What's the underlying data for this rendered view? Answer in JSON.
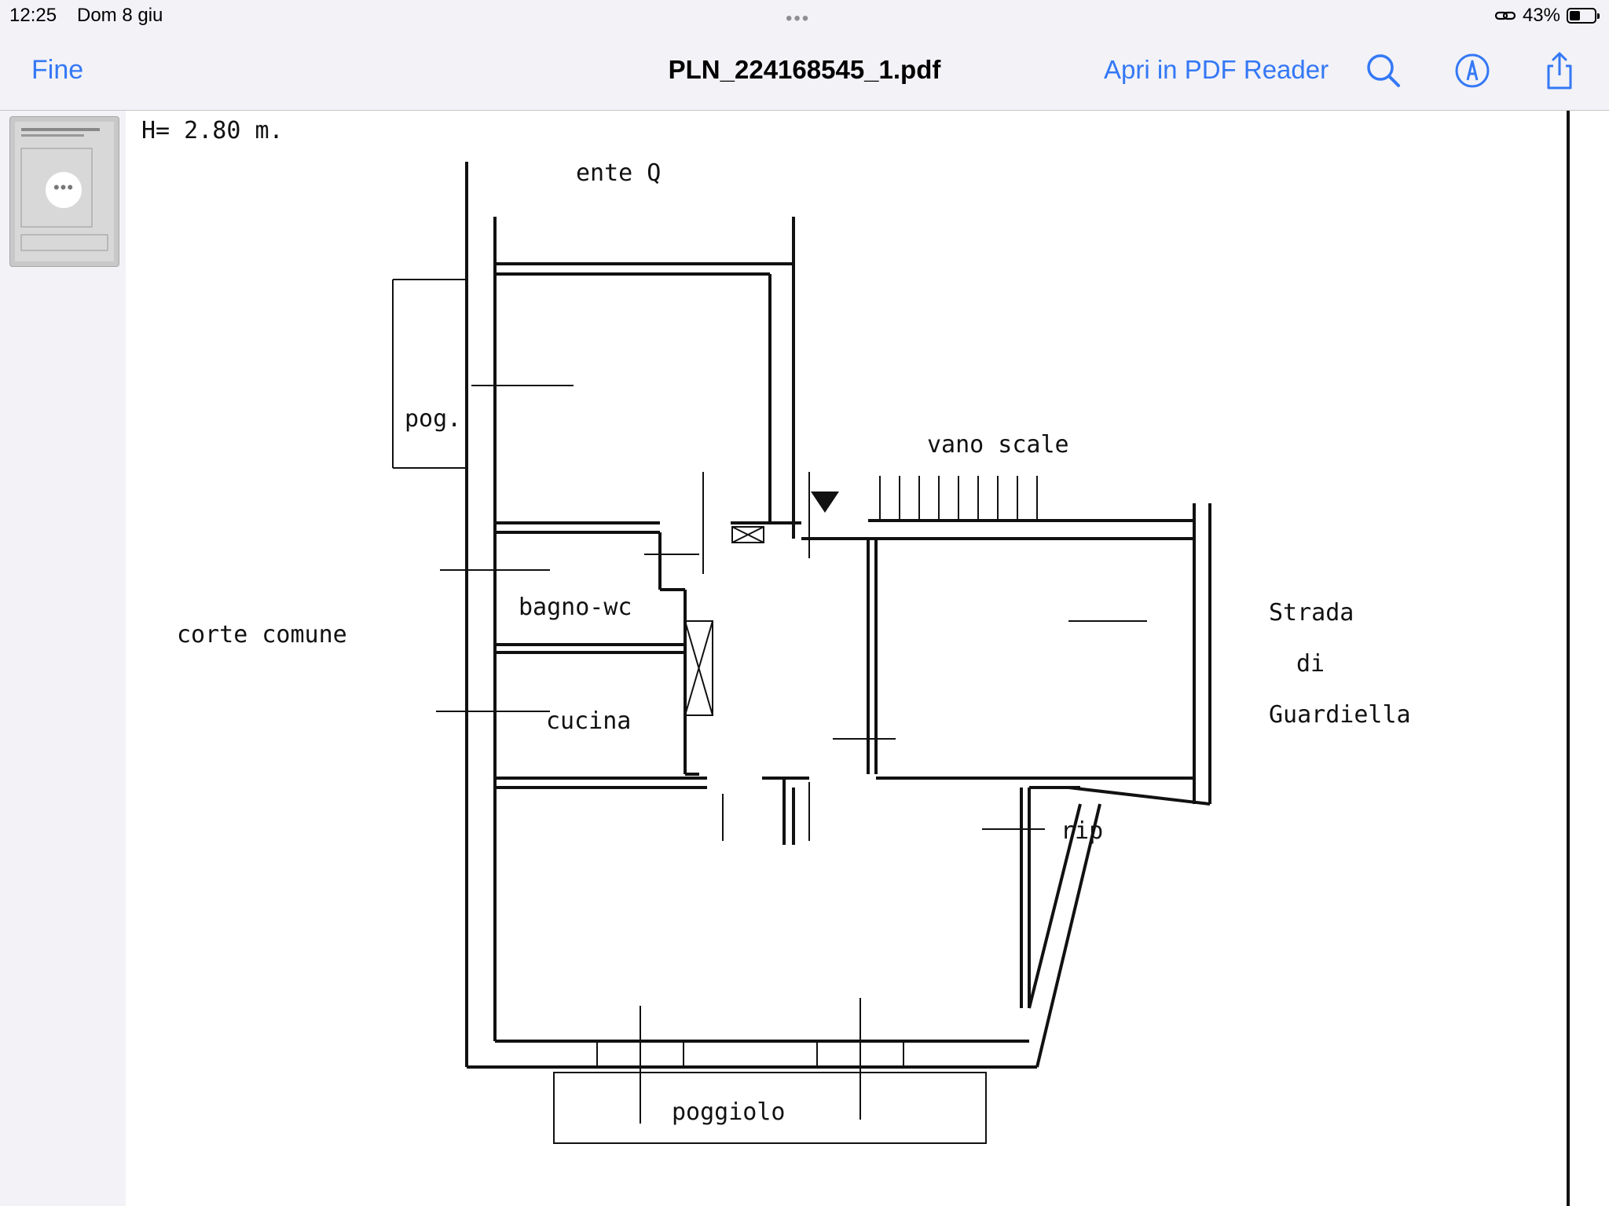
{
  "status_bar": {
    "time": "12:25",
    "date": "Dom 8 giu",
    "multitask_dots": "•••",
    "battery_percent": "43%",
    "battery_level": 0.43
  },
  "nav": {
    "done_label": "Fine",
    "title": "PLN_224168545_1.pdf",
    "open_in_label": "Apri in PDF Reader",
    "icons": [
      "search-icon",
      "markup-icon",
      "share-icon"
    ],
    "accent_color": "#3478f6"
  },
  "sidebar": {
    "more_label": "•••"
  },
  "floorplan": {
    "height_note": "H= 2.80 m.",
    "labels": {
      "neighbor": "ente Q",
      "balcony_small": "pog.",
      "stairwell": "vano scale",
      "bathroom": "bagno-wc",
      "courtyard": "corte comune",
      "kitchen": "cucina",
      "street_line1": "Strada",
      "street_line2": "di",
      "street_line3": "Guardiella",
      "storage": "rip",
      "balcony": "poggiolo"
    }
  }
}
